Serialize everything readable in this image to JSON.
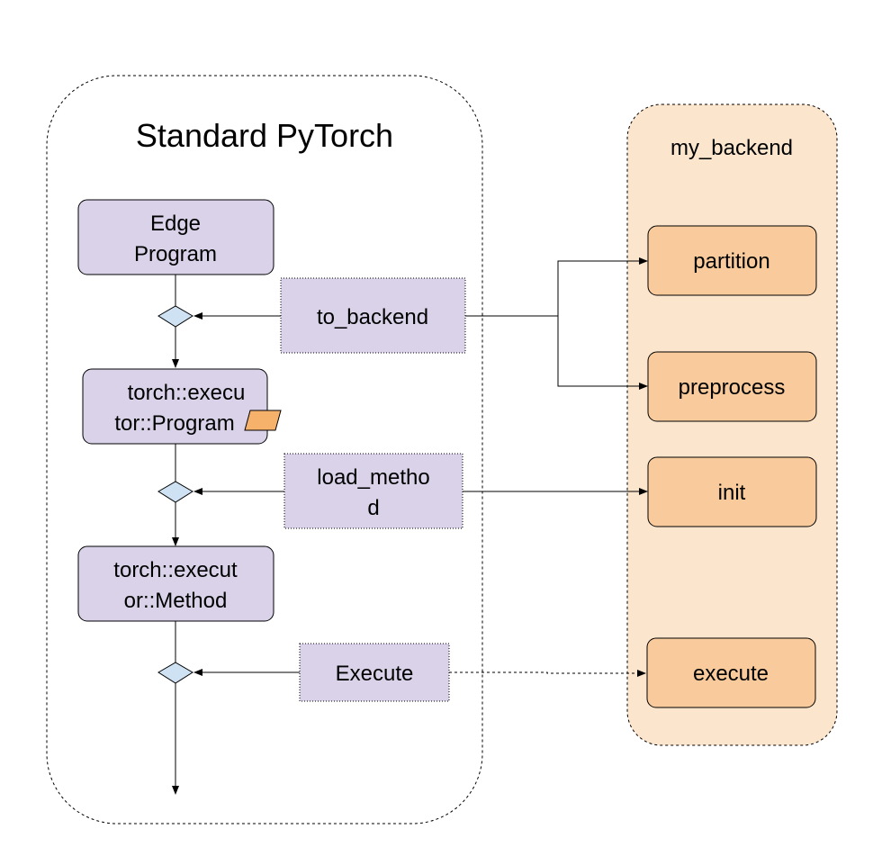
{
  "groups": {
    "standard": {
      "title": "Standard PyTorch"
    },
    "backend": {
      "title": "my_backend"
    }
  },
  "nodes": {
    "edge_program": {
      "lines": [
        "Edge",
        "Program"
      ]
    },
    "executor_program": {
      "lines": [
        "torch::execu",
        "tor::Program"
      ]
    },
    "executor_method": {
      "lines": [
        "torch::execut",
        "or::Method"
      ]
    }
  },
  "actions": {
    "to_backend": {
      "lines": [
        "to_backend"
      ]
    },
    "load_method": {
      "lines": [
        "load_metho",
        "d"
      ]
    },
    "execute": {
      "lines": [
        "Execute"
      ]
    }
  },
  "backend_steps": {
    "partition": "partition",
    "preprocess": "preprocess",
    "init": "init",
    "execute": "execute"
  },
  "colors": {
    "node_fill": "#d9d2e9",
    "backend_fill": "#fce5cd",
    "step_fill": "#f9cb9c",
    "diamond_fill": "#cfe2f3",
    "blob_fill": "#f6b26b",
    "stroke": "#000000"
  }
}
